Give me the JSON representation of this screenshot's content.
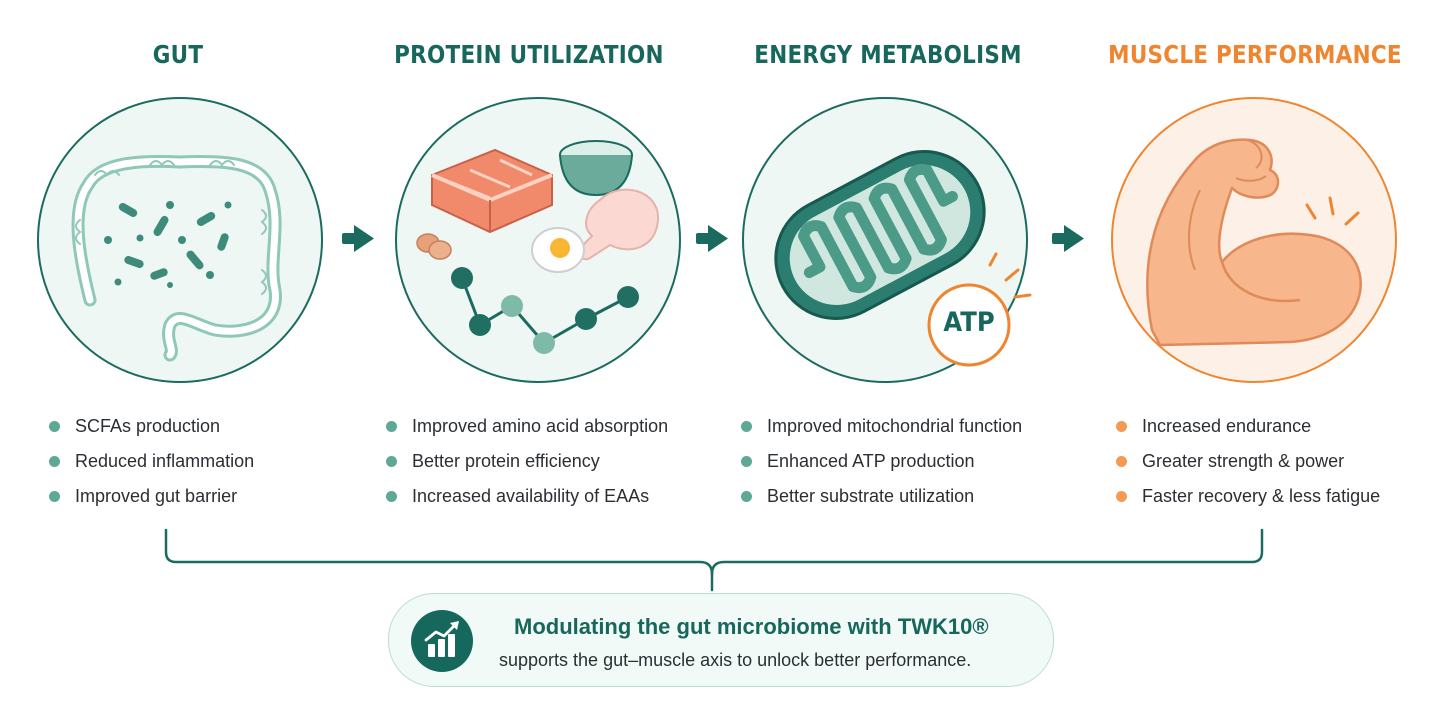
{
  "columns": [
    {
      "title": "GUT",
      "bullets": [
        "SCFAs production",
        "Reduced inflammation",
        "Improved gut barrier"
      ]
    },
    {
      "title": "PROTEIN UTILIZATION",
      "bullets": [
        "Improved amino acid absorption",
        "Better protein efficiency",
        "Increased availability of EAAs"
      ]
    },
    {
      "title": "ENERGY METABOLISM",
      "bullets": [
        "Improved mitochondrial function",
        "Enhanced ATP production",
        "Better substrate utilization"
      ],
      "atp_label": "ATP"
    },
    {
      "title": "MUSCLE PERFORMANCE",
      "bullets": [
        "Increased endurance",
        "Greater strength & power",
        "Faster recovery & less fatigue"
      ]
    }
  ],
  "summary": {
    "title": "Modulating the gut microbiome with TWK10®",
    "subtitle": "supports the gut–muscle axis to unlock better performance."
  },
  "colors": {
    "teal": "#17675c",
    "teal_light": "#5ea896",
    "orange": "#f0852f",
    "salmon": "#f08a6a"
  },
  "icons": [
    "intestine-icon",
    "protein-foods-icon",
    "mitochondria-icon",
    "flexed-arm-icon",
    "arrow-right-icon",
    "growth-chart-icon"
  ]
}
